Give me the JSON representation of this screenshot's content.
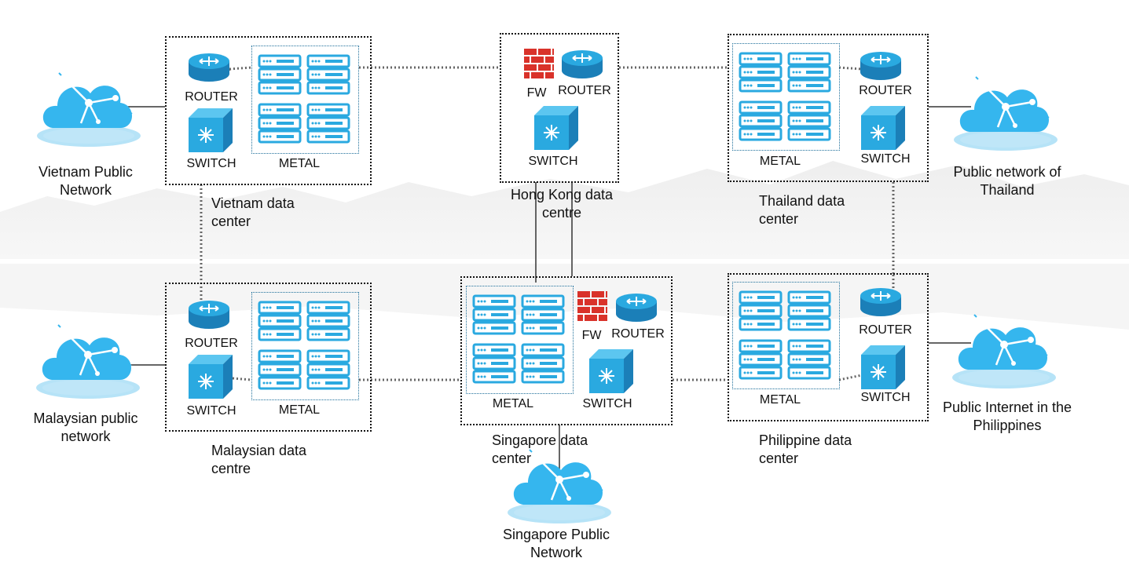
{
  "colors": {
    "device_blue": "#2aa9e0",
    "device_dark": "#1b7fb8",
    "firewall_red": "#d9322a",
    "cloud_blue": "#35b6ee",
    "line_dark": "#555555"
  },
  "icons": {
    "router": "router-icon",
    "switch": "switch-icon",
    "server": "server-rack-icon",
    "firewall": "firewall-icon",
    "cloud": "cloud-network-icon"
  },
  "labels": {
    "router": "ROUTER",
    "switch": "SWITCH",
    "metal": "METAL",
    "fw": "FW"
  },
  "networks": {
    "vietnam": "Vietnam Public Network",
    "thailand": "Public network of Thailand",
    "malaysia": "Malaysian public network",
    "philippines": "Public Internet in the Philippines",
    "singapore": "Singapore Public Network"
  },
  "datacenters": {
    "vietnam": "Vietnam data center",
    "hongkong": "Hong Kong data centre",
    "thailand": "Thailand data center",
    "malaysia": "Malaysian data centre",
    "singapore": "Singapore data center",
    "philippines": "Philippine data center"
  }
}
